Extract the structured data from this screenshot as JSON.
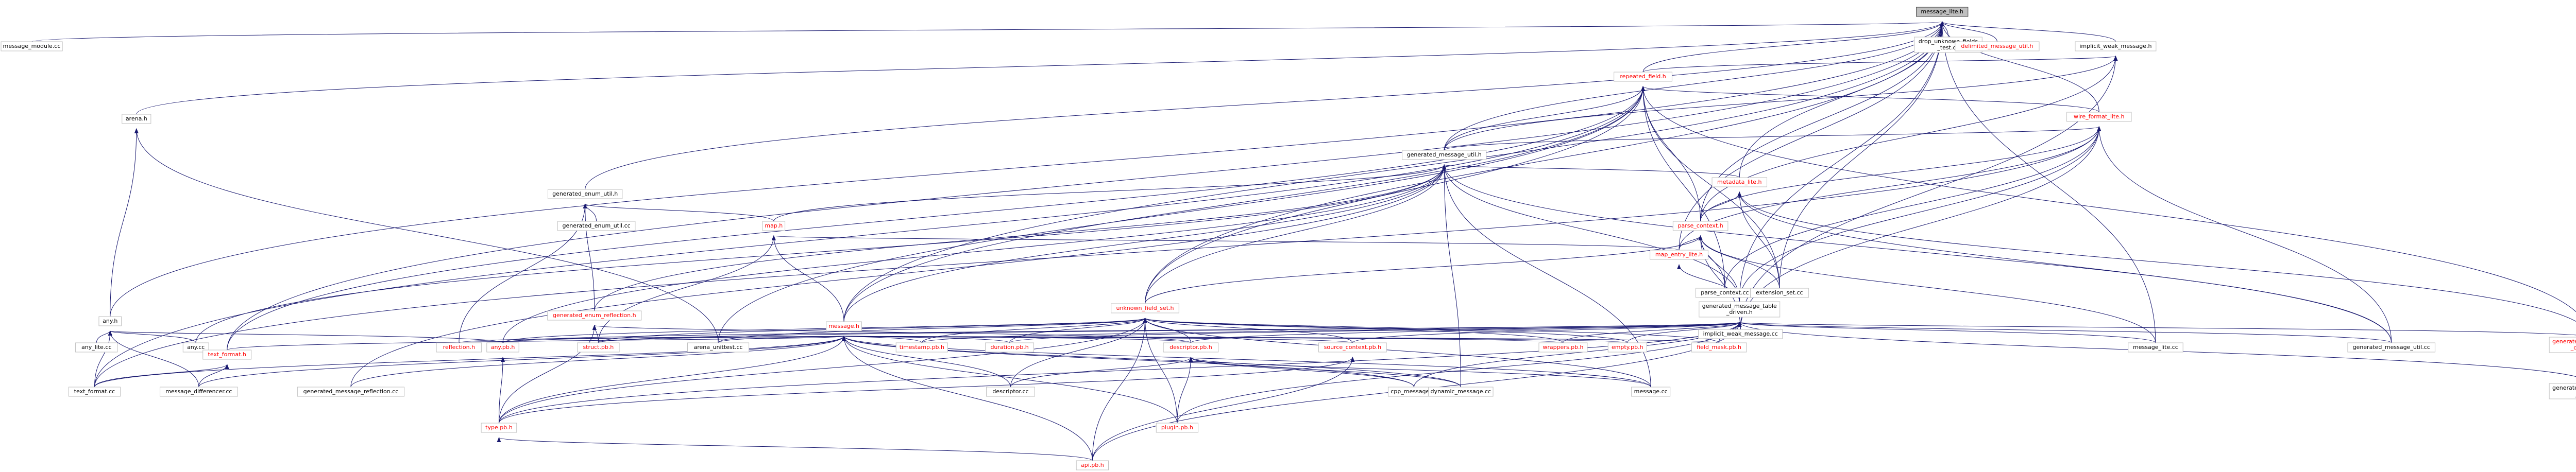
{
  "colors": {
    "edge": "#191970",
    "node_border": "#bfbfbf",
    "root_fill": "#bfbfbf",
    "root_border": "#404040",
    "red_text": "#ff0000",
    "black_text": "#000000"
  },
  "nodes": {
    "message_lite_h": {
      "label": "message_lite.h",
      "red": false,
      "root": true
    },
    "message_module_cc": {
      "label": "message_module.cc",
      "red": false
    },
    "implicit_weak_message_h": {
      "label": "implicit_weak_message.h",
      "red": false
    },
    "drop_unknown_fields_test_cc": {
      "label": [
        "drop_unknown_fields",
        "_test.cc"
      ],
      "red": false
    },
    "delimited_message_util_h": {
      "label": "delimited_message_util.h",
      "red": true
    },
    "repeated_field_h": {
      "label": "repeated_field.h",
      "red": true
    },
    "arena_h": {
      "label": "arena.h",
      "red": false
    },
    "wire_format_lite_h": {
      "label": "wire_format_lite.h",
      "red": true
    },
    "generated_message_util_h": {
      "label": "generated_message_util.h",
      "red": false
    },
    "generated_enum_util_h": {
      "label": "generated_enum_util.h",
      "red": false
    },
    "generated_enum_util_cc": {
      "label": "generated_enum_util.cc",
      "red": false
    },
    "metadata_lite_h": {
      "label": "metadata_lite.h",
      "red": true
    },
    "map_h": {
      "label": "map.h",
      "red": true
    },
    "parse_context_h": {
      "label": "parse_context.h",
      "red": true
    },
    "map_entry_lite_h": {
      "label": "map_entry_lite.h",
      "red": true
    },
    "parse_context_cc": {
      "label": "parse_context.cc",
      "red": false
    },
    "implicit_weak_message_cc": {
      "label": "implicit_weak_message.cc",
      "red": false
    },
    "extension_set_cc": {
      "label": "extension_set.cc",
      "red": false
    },
    "generated_enum_reflection_h": {
      "label": "generated_enum_reflection.h",
      "red": true
    },
    "message_h": {
      "label": "message.h",
      "red": true
    },
    "unknown_field_set_h": {
      "label": "unknown_field_set.h",
      "red": true
    },
    "generated_message_table_driven_h": {
      "label": [
        "generated_message_table",
        "_driven.h"
      ],
      "red": false
    },
    "any_h": {
      "label": "any.h",
      "red": false
    },
    "any_lite_cc": {
      "label": "any_lite.cc",
      "red": false
    },
    "any_cc": {
      "label": "any.cc",
      "red": false
    },
    "text_format_h": {
      "label": "text_format.h",
      "red": true
    },
    "reflection_h": {
      "label": "reflection.h",
      "red": true
    },
    "any_pb_h": {
      "label": "any.pb.h",
      "red": true
    },
    "struct_pb_h": {
      "label": "struct.pb.h",
      "red": true
    },
    "arena_unittest_cc": {
      "label": "arena_unittest.cc",
      "red": false
    },
    "timestamp_pb_h": {
      "label": "timestamp.pb.h",
      "red": true
    },
    "duration_pb_h": {
      "label": "duration.pb.h",
      "red": true
    },
    "descriptor_pb_h": {
      "label": "descriptor.pb.h",
      "red": true
    },
    "source_context_pb_h": {
      "label": "source_context.pb.h",
      "red": true
    },
    "wrappers_pb_h": {
      "label": "wrappers.pb.h",
      "red": true
    },
    "empty_pb_h": {
      "label": "empty.pb.h",
      "red": true
    },
    "field_mask_pb_h": {
      "label": "field_mask.pb.h",
      "red": true
    },
    "message_lite_cc": {
      "label": "message_lite.cc",
      "red": false
    },
    "generated_message_util_cc": {
      "label": "generated_message_util.cc",
      "red": false
    },
    "generated_message_table_driven_lite_h": {
      "label": [
        "generated_message_table",
        "_driven_lite.h"
      ],
      "red": true
    },
    "generated_message_table_driven_cc": {
      "label": [
        "generated_message_table",
        "_driven.cc"
      ],
      "red": false
    },
    "text_format_cc": {
      "label": "text_format.cc",
      "red": false
    },
    "message_differencer_cc": {
      "label": "message_differencer.cc",
      "red": false
    },
    "generated_message_reflection_cc": {
      "label": "generated_message_reflection.cc",
      "red": false
    },
    "type_pb_h": {
      "label": "type.pb.h",
      "red": true
    },
    "descriptor_cc": {
      "label": "descriptor.cc",
      "red": false
    },
    "plugin_pb_h": {
      "label": "plugin.pb.h",
      "red": true
    },
    "cpp_message_cc": {
      "label": "cpp_message.cc",
      "red": false
    },
    "dynamic_message_cc": {
      "label": "dynamic_message.cc",
      "red": false
    },
    "message_cc": {
      "label": "message.cc",
      "red": false
    },
    "api_pb_h": {
      "label": "api.pb.h",
      "red": true
    }
  }
}
